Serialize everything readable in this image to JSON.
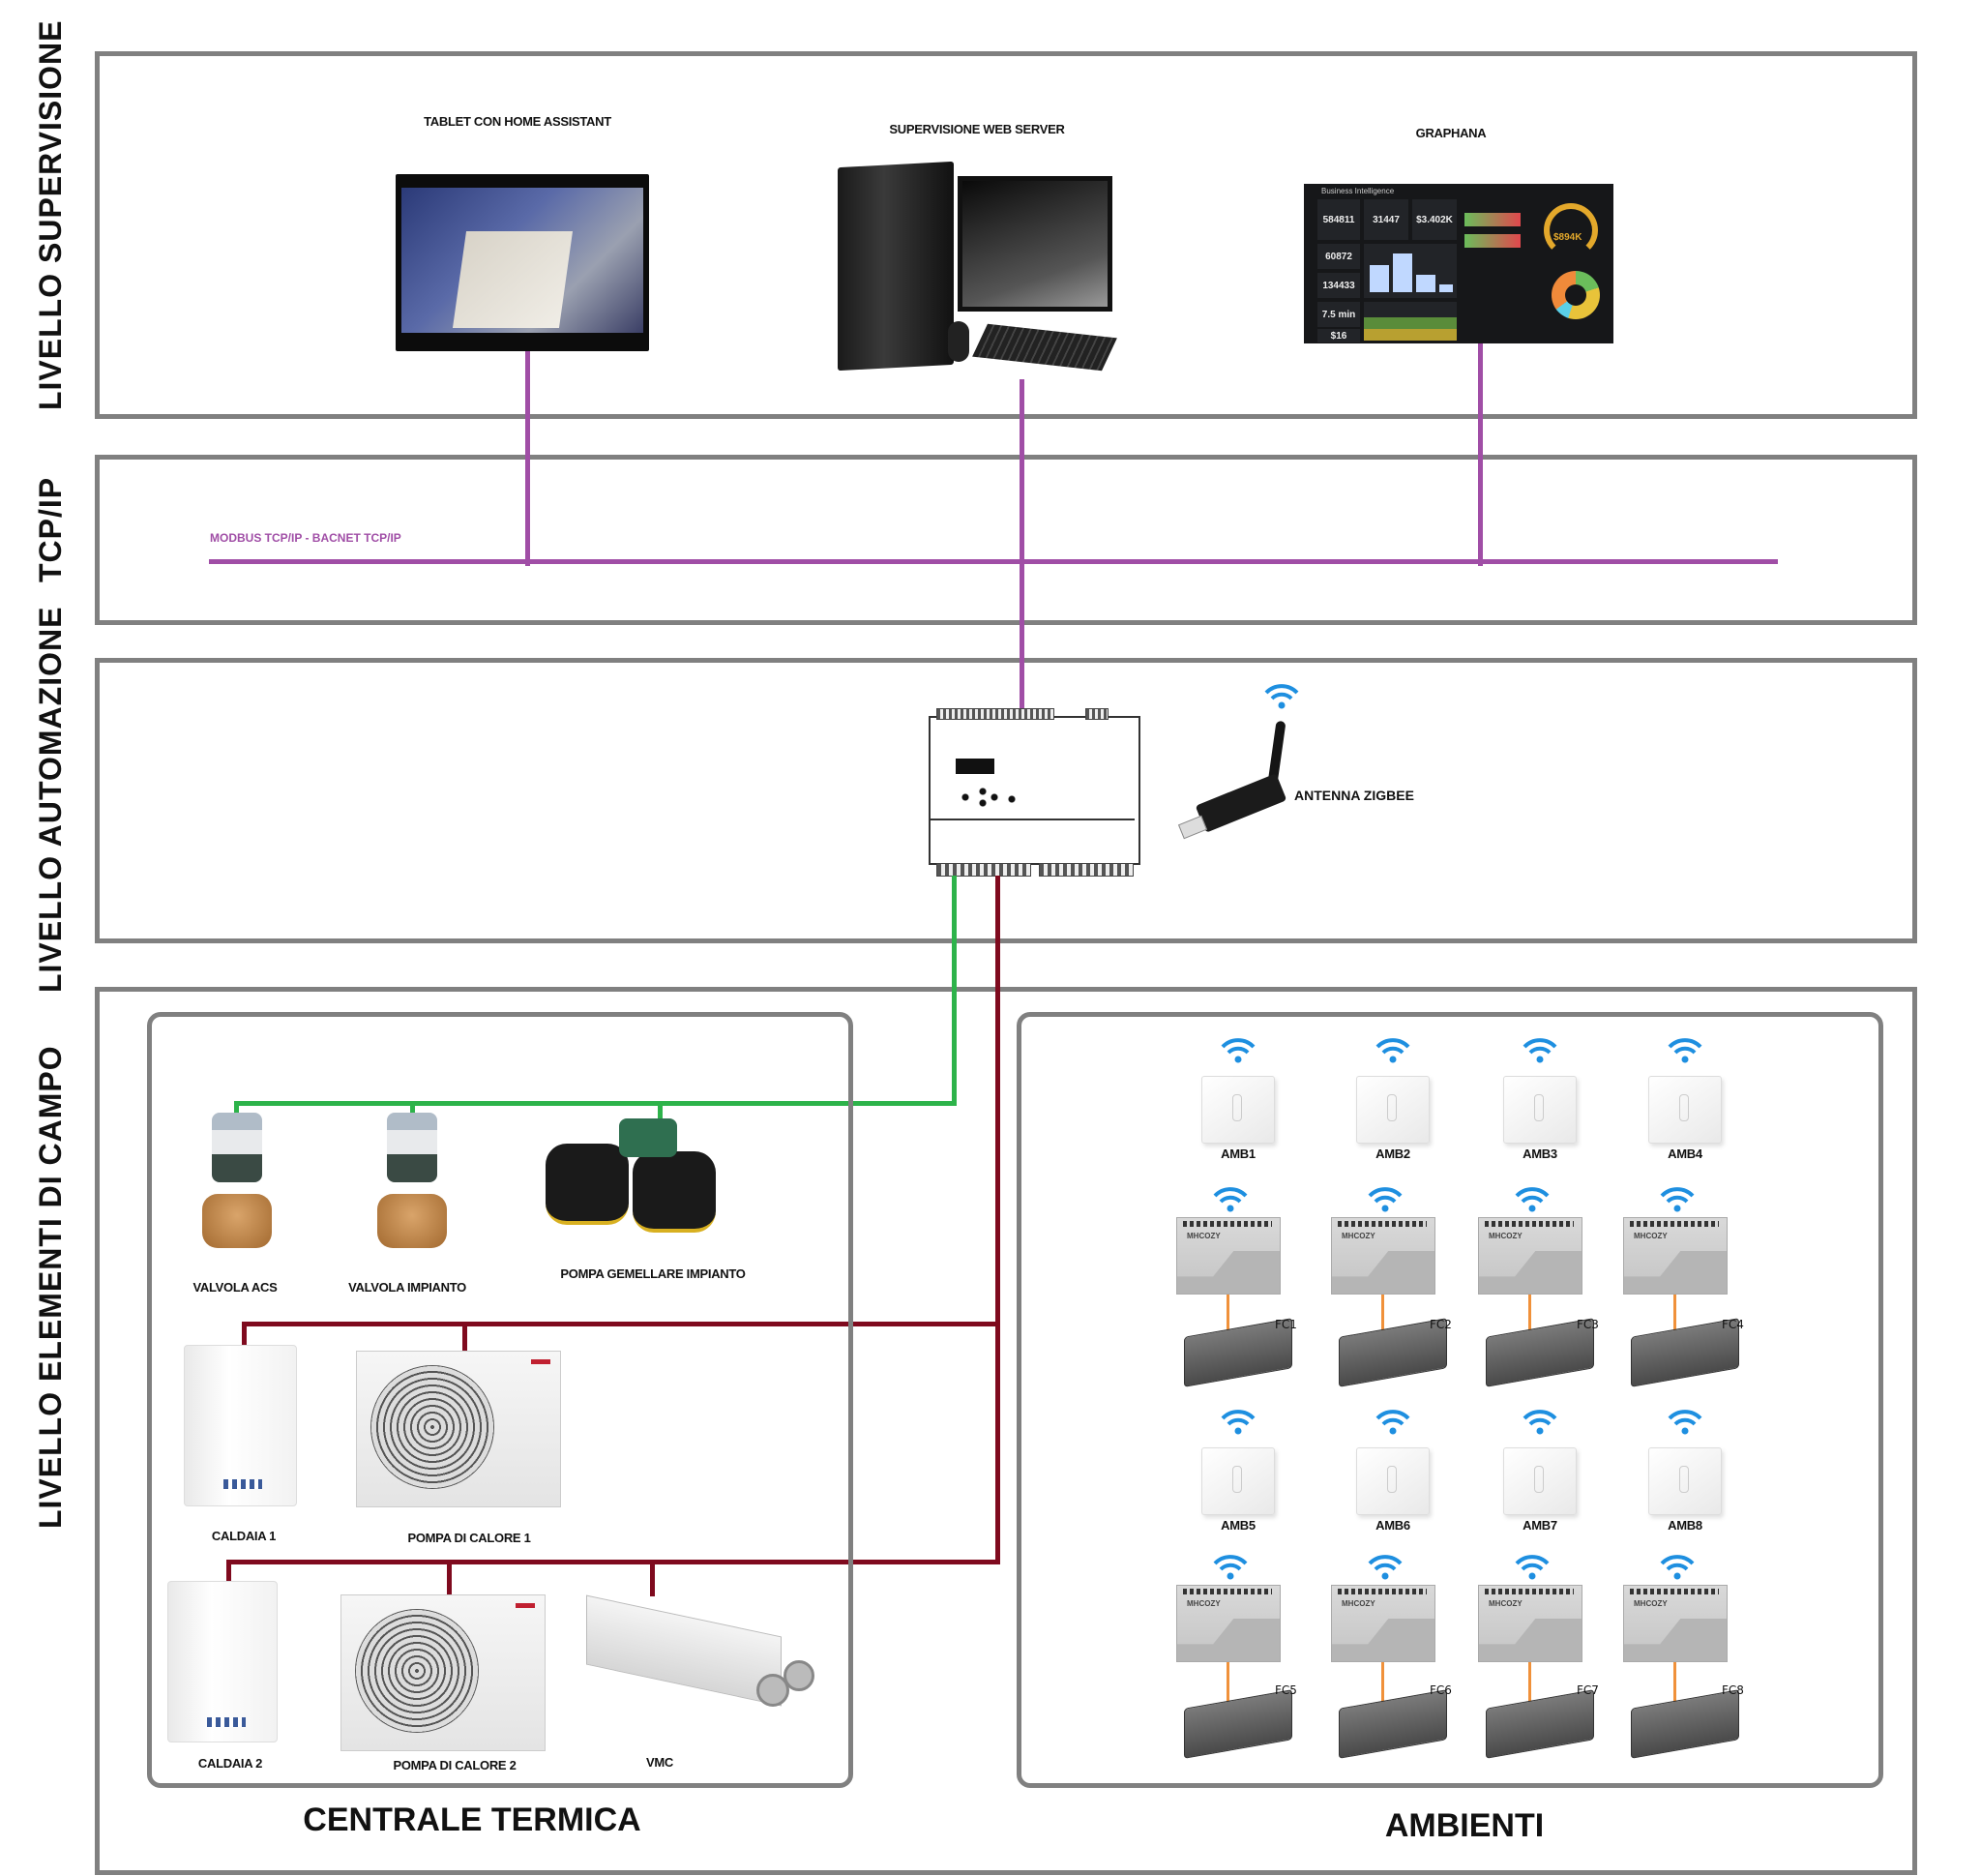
{
  "levels": {
    "supervisione": "LIVELLO SUPERVISIONE",
    "tcpip": "TCP/IP",
    "automazione": "LIVELLO AUTOMAZIONE",
    "campo": "LIVELLO ELEMENTI DI CAMPO"
  },
  "supervision": {
    "tablet_label": "TABLET CON HOME ASSISTANT",
    "server_label": "SUPERVISIONE WEB SERVER",
    "grafana_label": "GRAPHANA",
    "grafana_dashboard": {
      "title": "Business Intelligence",
      "stats": [
        "584811",
        "31447",
        "$3.402K",
        "60872",
        "134433",
        "7.5 min",
        "$16"
      ],
      "gauge_value": "$894K"
    }
  },
  "network": {
    "bus_label": "MODBUS TCP/IP - BACNET TCP/IP",
    "bus_color": "#a04ea6"
  },
  "automation": {
    "controller_label": "",
    "antenna_label": "ANTENNA ZIGBEE",
    "field_bus_colors": {
      "green": "#2db34a",
      "maroon": "#7f0a1e",
      "orange": "#f0913a"
    }
  },
  "centrale_termica": {
    "title": "CENTRALE TERMICA",
    "devices": [
      {
        "label": "VALVOLA ACS"
      },
      {
        "label": "VALVOLA IMPIANTO"
      },
      {
        "label": "POMPA GEMELLARE IMPIANTO"
      },
      {
        "label": "CALDAIA 1"
      },
      {
        "label": "POMPA DI CALORE 1"
      },
      {
        "label": "CALDAIA 2"
      },
      {
        "label": "POMPA DI CALORE 2"
      },
      {
        "label": "VMC"
      }
    ]
  },
  "ambienti": {
    "title": "AMBIENTI",
    "sensors": [
      "AMB1",
      "AMB2",
      "AMB3",
      "AMB4",
      "AMB5",
      "AMB6",
      "AMB7",
      "AMB8"
    ],
    "fancoils": [
      "FC1",
      "FC2",
      "FC3",
      "FC4",
      "FC5",
      "FC6",
      "FC7",
      "FC8"
    ],
    "relay_brand": "MHCOZY",
    "wifi_color": "#1e8fe0"
  }
}
